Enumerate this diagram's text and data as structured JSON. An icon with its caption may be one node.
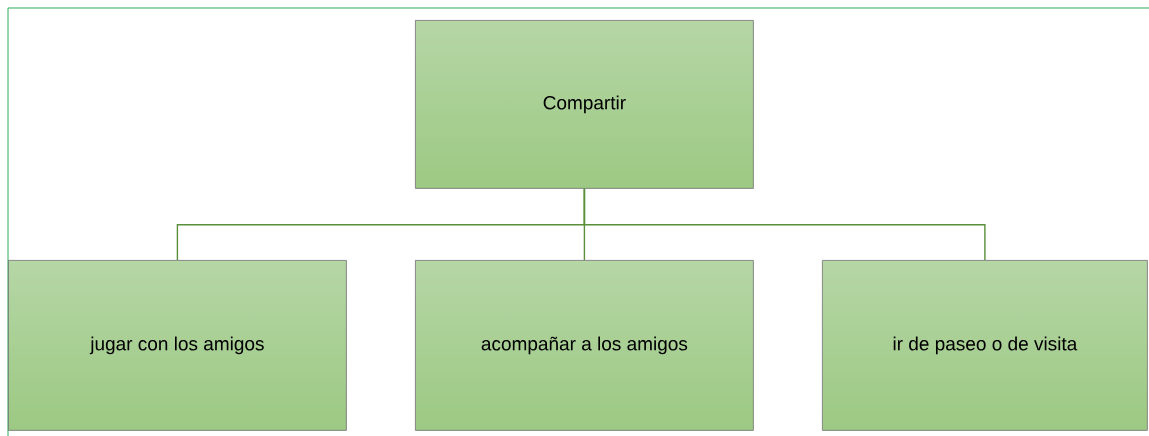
{
  "diagram": {
    "nodes": [
      {
        "text": [
          "Compartir"
        ]
      },
      {
        "text": [
          "jugar con los amigos"
        ]
      },
      {
        "text": [
          "acompañar a los amigos"
        ]
      },
      {
        "text": [
          "ir de paseo o de visita"
        ]
      }
    ],
    "edges": [
      {
        "from": 0,
        "to": 1,
        "arrow": "none"
      },
      {
        "from": 0,
        "to": 2,
        "arrow": "none"
      },
      {
        "from": 0,
        "to": 3,
        "arrow": "none"
      }
    ]
  }
}
